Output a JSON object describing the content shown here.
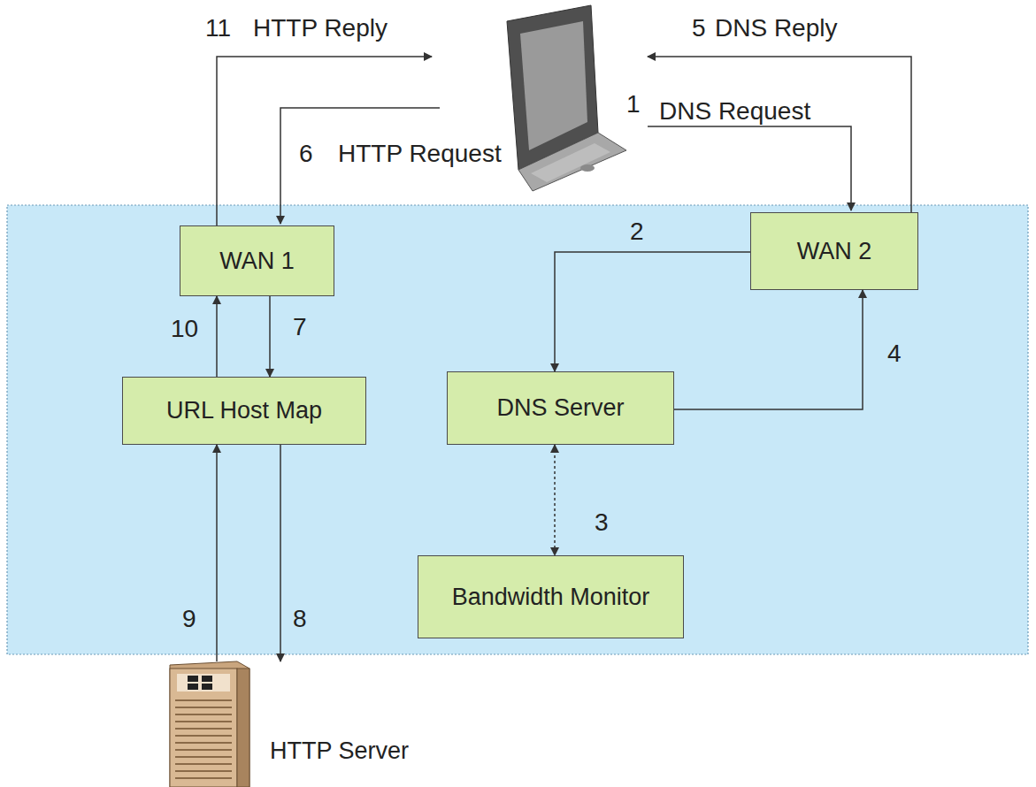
{
  "diagram": {
    "nodes": [
      {
        "text": [
          "WAN 1"
        ]
      },
      {
        "text": [
          "WAN 2"
        ]
      },
      {
        "text": [
          "URL Host Map"
        ]
      },
      {
        "text": [
          "DNS Server"
        ]
      },
      {
        "text": [
          "Bandwidth Monitor"
        ]
      },
      {
        "text": [
          "HTTP Server"
        ]
      }
    ],
    "edges": [
      {
        "from": 1,
        "to": 3,
        "label": "2",
        "arrow": "to"
      },
      {
        "from": 3,
        "to": 4,
        "label": "3",
        "arrow": "both"
      },
      {
        "from": 3,
        "to": 1,
        "label": "4",
        "arrow": "to"
      },
      {
        "from": 0,
        "to": 2,
        "label": "7",
        "arrow": "to"
      },
      {
        "from": 2,
        "to": 5,
        "label": "8",
        "arrow": "to"
      },
      {
        "from": 5,
        "to": 2,
        "label": "9",
        "arrow": "to"
      },
      {
        "from": 2,
        "to": 0,
        "label": "10",
        "arrow": "to"
      }
    ],
    "labels": [
      "11",
      "HTTP Reply",
      "5",
      "DNS Reply",
      "1",
      "DNS Request",
      "6",
      "HTTP Request"
    ]
  }
}
